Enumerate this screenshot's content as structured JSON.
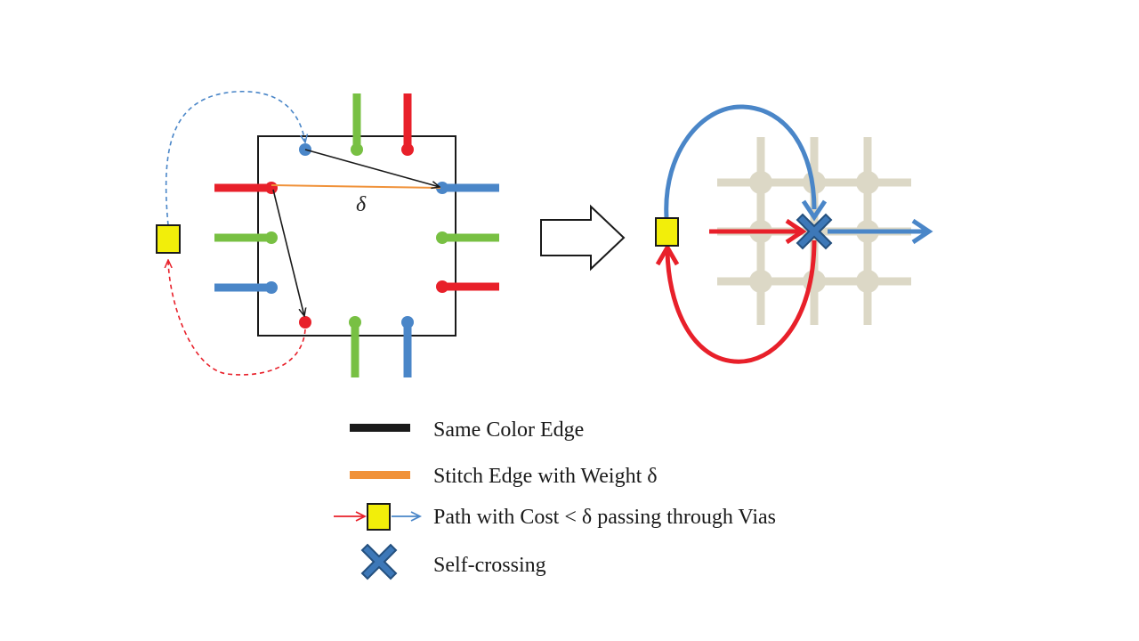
{
  "diagram": {
    "delta_label": "δ",
    "colors": {
      "red": "#e8202a",
      "green": "#78c043",
      "blue": "#4a86c8",
      "black": "#1a1a1a",
      "orange": "#f0923a",
      "via_yellow": "#f2ee0a",
      "grid_beige": "#dcd8c6"
    },
    "icons": {
      "transform_arrow": "hollow-right-arrow",
      "via": "yellow-square",
      "self_crossing": "blue-x-cross"
    }
  },
  "legend": {
    "items": [
      {
        "label": "Same Color Edge",
        "symbol": "black-line"
      },
      {
        "label": "Stitch Edge with Weight δ",
        "symbol": "orange-line"
      },
      {
        "label": "Path with Cost < δ passing through Vias",
        "symbol": "via-path"
      },
      {
        "label": "Self-crossing",
        "symbol": "blue-x-cross"
      }
    ]
  }
}
